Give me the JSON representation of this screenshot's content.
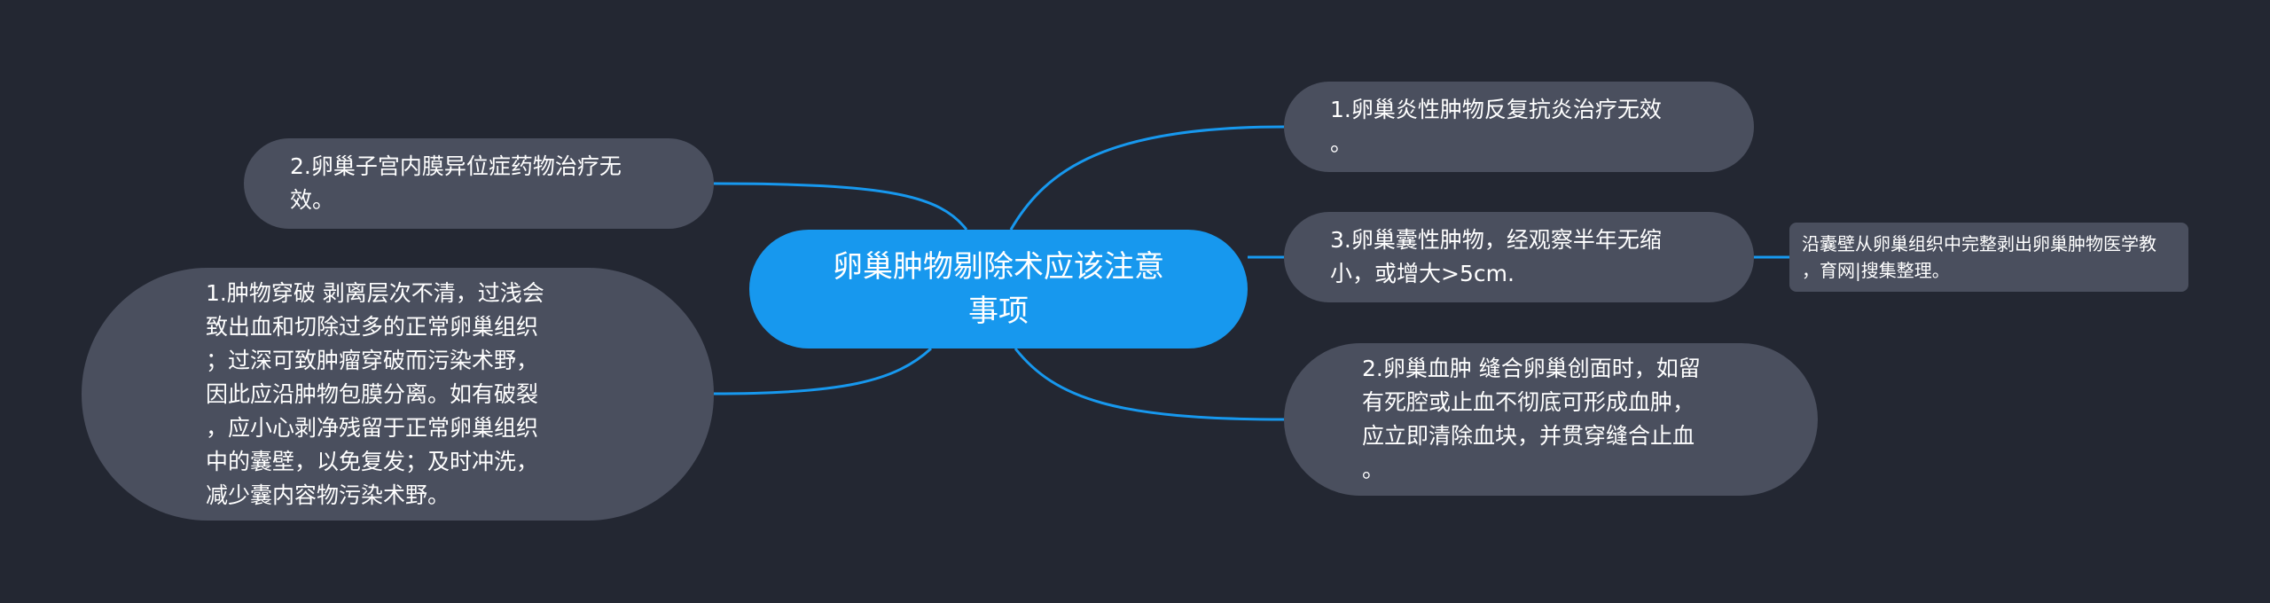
{
  "root": {
    "text": "卵巢肿物剔除术应该注意\n事项"
  },
  "nodes": {
    "r1": {
      "text": "1.卵巢炎性肿物反复抗炎治疗无效\n。"
    },
    "r2": {
      "text": "3.卵巢囊性肿物，经观察半年无缩\n小，或增大>5cm."
    },
    "r2_child": {
      "text": "沿囊壁从卵巢组织中完整剥出卵巢肿物医学教\n，育网|搜集整理。"
    },
    "r3": {
      "text": "2.卵巢血肿 缝合卵巢创面时，如留\n有死腔或止血不彻底可形成血肿，\n应立即清除血块，并贯穿缝合止血\n。"
    },
    "l1": {
      "text": "2.卵巢子宫内膜异位症药物治疗无\n效。"
    },
    "l2": {
      "text": "1.肿物穿破 剥离层次不清，过浅会\n致出血和切除过多的正常卵巢组织\n；过深可致肿瘤穿破而污染术野，\n因此应沿肿物包膜分离。如有破裂\n，应小心剥净残留于正常卵巢组织\n中的囊壁，以免复发；及时冲洗，\n减少囊内容物污染术野。"
    }
  },
  "colors": {
    "background": "#232732",
    "root_fill": "#1798ee",
    "node_fill": "#4a4f5e",
    "connector": "#1798ee",
    "text": "#ffffff"
  }
}
